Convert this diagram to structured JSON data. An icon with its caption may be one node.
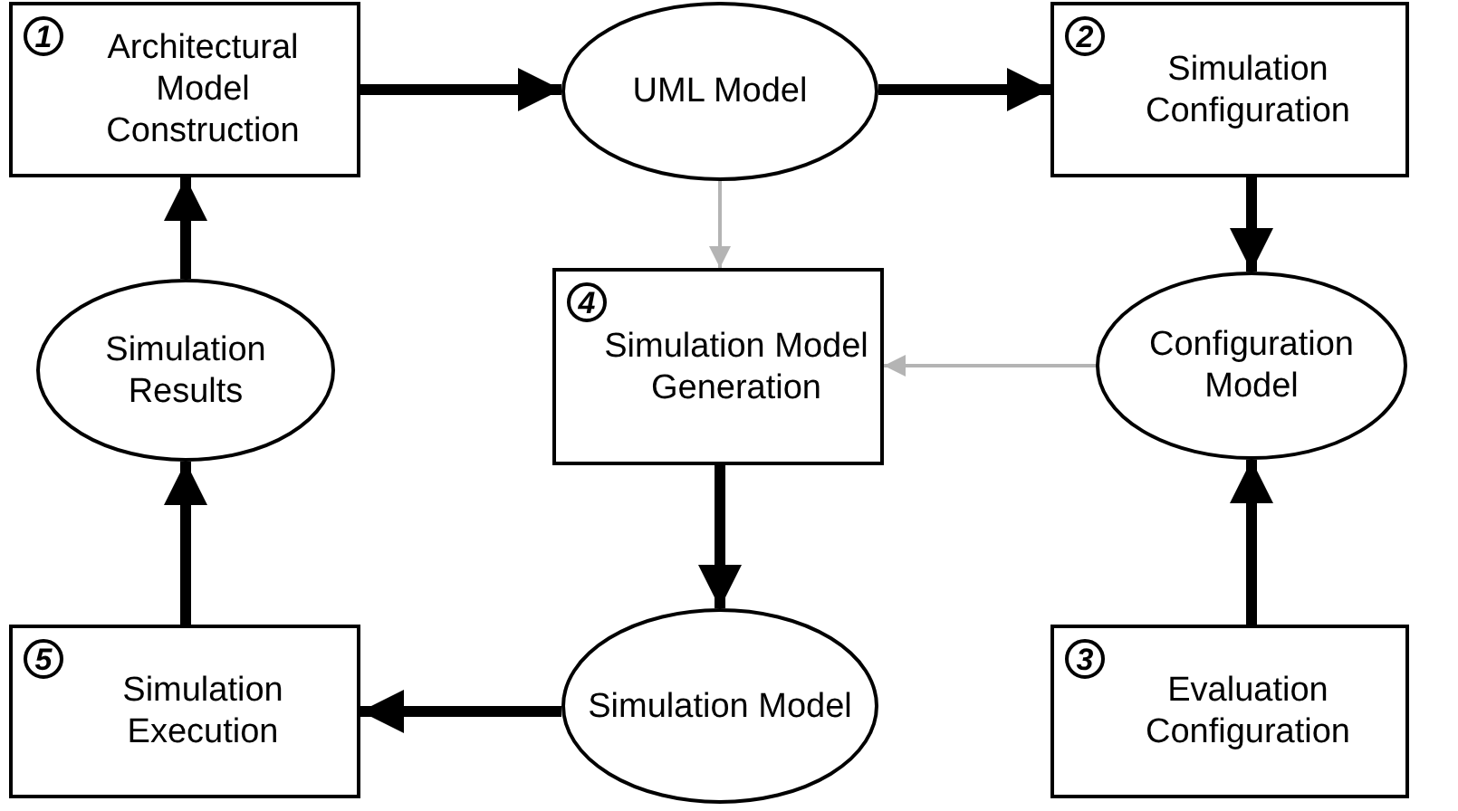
{
  "diagram": {
    "nodes": [
      {
        "text": [
          "1",
          "Architectural Model Construction"
        ]
      },
      {
        "text": [
          "UML Model"
        ]
      },
      {
        "text": [
          "2",
          "Simulation Configuration"
        ]
      },
      {
        "text": [
          "Simulation Results"
        ]
      },
      {
        "text": [
          "4",
          "Simulation Model Generation"
        ]
      },
      {
        "text": [
          "Configuration Model"
        ]
      },
      {
        "text": [
          "5",
          "Simulation Execution"
        ]
      },
      {
        "text": [
          "Simulation Model"
        ]
      },
      {
        "text": [
          "3",
          "Evaluation Configuration"
        ]
      }
    ],
    "edges": [
      {
        "from": 0,
        "to": 1,
        "arrow": "to"
      },
      {
        "from": 1,
        "to": 2,
        "arrow": "to"
      },
      {
        "from": 2,
        "to": 5,
        "arrow": "to"
      },
      {
        "from": 8,
        "to": 5,
        "arrow": "to"
      },
      {
        "from": 1,
        "to": 4,
        "arrow": "to",
        "color": "#b4b4b4"
      },
      {
        "from": 5,
        "to": 4,
        "arrow": "to",
        "color": "#b4b4b4"
      },
      {
        "from": 4,
        "to": 7,
        "arrow": "to"
      },
      {
        "from": 7,
        "to": 6,
        "arrow": "to"
      },
      {
        "from": 6,
        "to": 3,
        "arrow": "to"
      },
      {
        "from": 3,
        "to": 0,
        "arrow": "to"
      }
    ]
  }
}
